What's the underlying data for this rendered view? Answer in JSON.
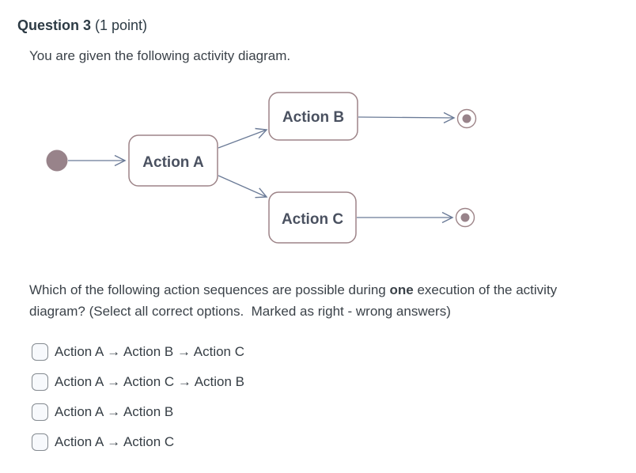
{
  "header": {
    "title": "Question 3",
    "points": " (1 point)"
  },
  "intro": "You are given the following activity diagram.",
  "diagram": {
    "type": "uml-activity-diagram",
    "start_node": "initial-node",
    "actions": {
      "a": "Action A",
      "b": "Action B",
      "c": "Action C"
    },
    "end_nodes": [
      "final-node-after-action-b",
      "final-node-after-action-c"
    ],
    "edges": [
      "initial-node → Action A",
      "Action A → Action B",
      "Action A → Action C",
      "Action B → final-node",
      "Action C → final-node"
    ],
    "colors": {
      "node_border": "#9d8488",
      "start_end_fill": "#98838a",
      "arrow": "#6b7b97",
      "label_text": "#4a5160"
    }
  },
  "question": {
    "prompt_prefix": "Which of the following action sequences are possible during ",
    "prompt_bold": "one",
    "prompt_suffix": " execution of the activity diagram? (Select all correct options.  Marked as right - wrong answers)"
  },
  "options": [
    {
      "label": "Action A → Action B → Action C",
      "checked": false
    },
    {
      "label": "Action A → Action C → Action B",
      "checked": false
    },
    {
      "label": "Action A → Action B",
      "checked": false
    },
    {
      "label": "Action A → Action C",
      "checked": false
    }
  ]
}
